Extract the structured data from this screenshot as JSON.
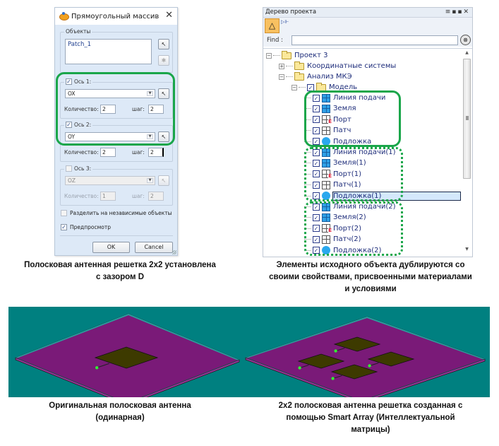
{
  "dialog": {
    "title": "Прямоугольный массив",
    "close_icon": "close-icon",
    "objects_group": {
      "label": "Объекты",
      "items": [
        "Patch_1"
      ]
    },
    "axis1": {
      "label": "Ось 1:",
      "checked": true,
      "axis": "OX",
      "count_label": "Количество:",
      "count": "2",
      "step_label": "шаг:",
      "step": "2"
    },
    "axis2": {
      "label": "Ось 2:",
      "checked": true,
      "axis": "OY",
      "count_label": "Количество:",
      "count": "2",
      "step_label": "шаг:",
      "step": "2"
    },
    "axis3": {
      "label": "Ось 3:",
      "checked": false,
      "axis": "OZ",
      "count_label": "Количество:",
      "count": "1",
      "step_label": "шаг:",
      "step": "2"
    },
    "split_label": "Разделить на независимые объекты",
    "split_checked": false,
    "preview_label": "Предпросмотр",
    "preview_checked": true,
    "ok_label": "OK",
    "cancel_label": "Cancel"
  },
  "tree": {
    "title": "Дерево проекта",
    "find_label": "Find :",
    "find_value": "",
    "nodes": {
      "project": "Проект 3",
      "coords": "Координатные системы",
      "analysis": "Анализ МКЭ",
      "model": "Модель"
    },
    "group0": [
      "Линия подачи",
      "Земля",
      "Порт",
      "Патч",
      "Подложка"
    ],
    "group1": [
      "Линия подачи(1)",
      "Земля(1)",
      "Порт(1)",
      "Патч(1)",
      "Подложка(1)"
    ],
    "group2": [
      "Линия подачи(2)",
      "Земля(2)",
      "Порт(2)",
      "Патч(2)",
      "Подложка(2)"
    ],
    "selected": "Подложка(1)"
  },
  "captions": {
    "dialog": [
      "Полосковая антенная решетка 2x2 установлена",
      "с зазором D"
    ],
    "tree": [
      "Элементы исходного объекта дублируются со",
      "своими свойствами, присвоенными материалами",
      "и условиями"
    ],
    "single": [
      "Оригинальная полосковая антенна",
      "(одинарная)"
    ],
    "array": [
      "2x2 полосковая антенна решетка созданная с",
      "помощью Smart Array  (Интеллектуальной",
      "матрицы)"
    ]
  },
  "colors": {
    "viewport_bg": "#008080",
    "substrate": "#7a1a78",
    "patch": "#3d3a00",
    "feed_point": "#33ee33",
    "highlight": "#1aa64a"
  }
}
